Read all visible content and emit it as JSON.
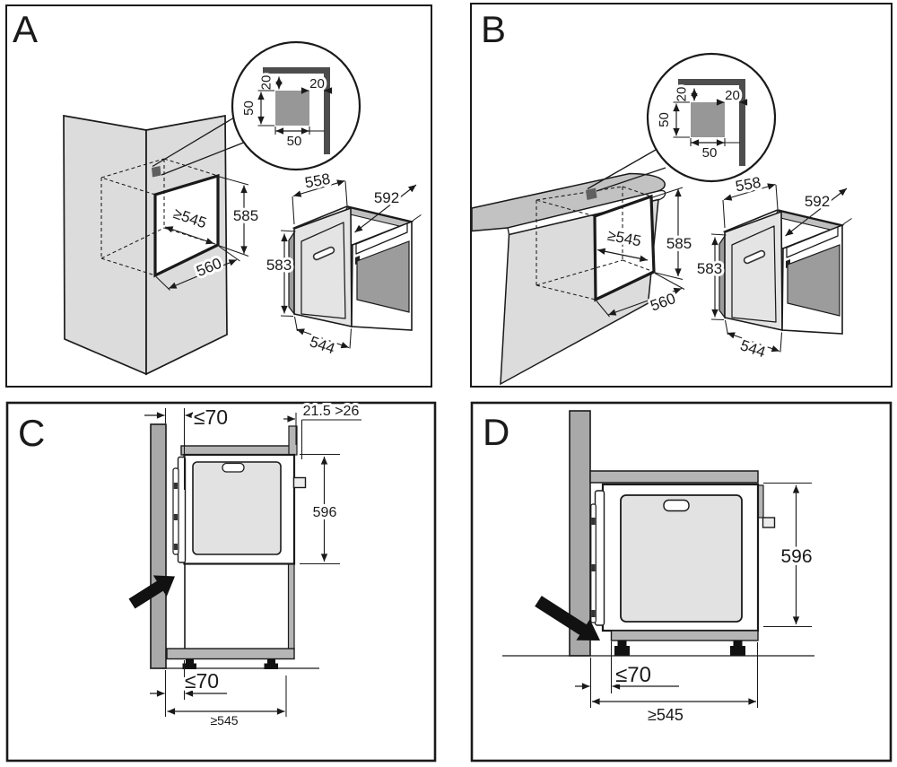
{
  "panels": {
    "a": {
      "letter": "A"
    },
    "b": {
      "letter": "B"
    },
    "c": {
      "letter": "C",
      "dims": {
        "wall_gap_top": "≤70",
        "rear_clearance": "21.5 >26",
        "oven_height": "596",
        "wall_gap_bottom": "≤70",
        "niche_width": "≥545"
      }
    },
    "d": {
      "letter": "D",
      "dims": {
        "oven_height": "596",
        "wall_gap": "≤70",
        "niche_width": "≥545"
      }
    }
  },
  "shared": {
    "corner_detail": {
      "top_gap": "20",
      "side_gap": "20",
      "cutout_height": "50",
      "cutout_width": "50"
    },
    "niche": {
      "width": "≥545",
      "height": "585",
      "depth": "560"
    },
    "oven": {
      "top_depth": "558",
      "front_width": "592",
      "side_height": "583",
      "bottom_depth": "544"
    }
  },
  "colors": {
    "line": "#1a1a1a",
    "cabinet": "#dcdcdc",
    "worktop": "#c2c2c2",
    "wall": "#a9a9a9",
    "slab": "#b5b5b5",
    "door_side": "#e4e4e4",
    "glass": "#9c9c9c",
    "corner_bar": "#4d4d4d",
    "vent_cutout": "#606060",
    "arrow": "#111111"
  }
}
